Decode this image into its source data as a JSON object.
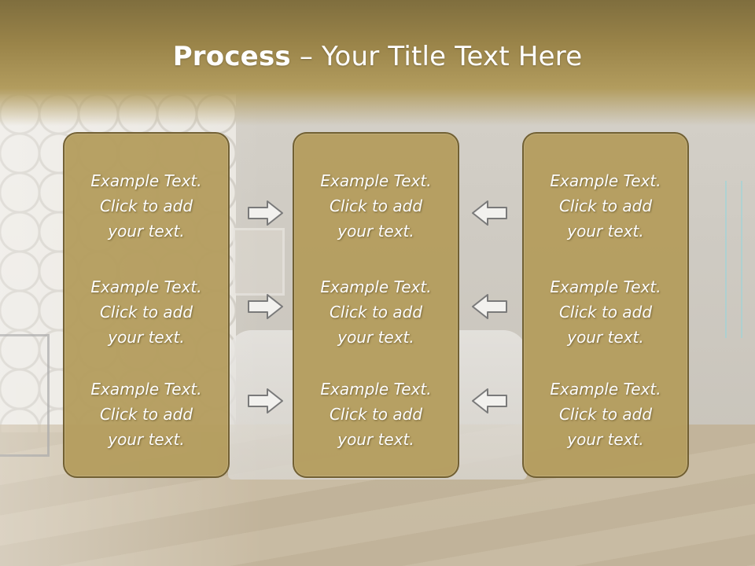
{
  "slide": {
    "title_bold": "Process",
    "title_rest": " – Your Title Text Here"
  },
  "columns": [
    {
      "blocks": [
        {
          "line1": "Example Text.",
          "line2": "Click  to add",
          "line3": "your text."
        },
        {
          "line1": "Example Text.",
          "line2": "Click  to add",
          "line3": "your text."
        },
        {
          "line1": "Example Text.",
          "line2": "Click  to add",
          "line3": "your text."
        }
      ]
    },
    {
      "blocks": [
        {
          "line1": "Example Text.",
          "line2": "Click  to add",
          "line3": "your text."
        },
        {
          "line1": "Example Text.",
          "line2": "Click  to add",
          "line3": "your text."
        },
        {
          "line1": "Example Text.",
          "line2": "Click  to add",
          "line3": "your text."
        }
      ]
    },
    {
      "blocks": [
        {
          "line1": "Example Text.",
          "line2": "Click  to add",
          "line3": "your text."
        },
        {
          "line1": "Example Text.",
          "line2": "Click  to add",
          "line3": "your text."
        },
        {
          "line1": "Example Text.",
          "line2": "Click  to add",
          "line3": "your text."
        }
      ]
    }
  ],
  "arrows": {
    "left_group_direction": "right",
    "right_group_direction": "left",
    "icon_left": "arrow-right-icon",
    "icon_right": "arrow-left-icon"
  },
  "colors": {
    "title_band": "#9a8449",
    "panel_fill": "#b59e5f",
    "panel_border": "#6e5c2e",
    "text": "#ffffff"
  }
}
